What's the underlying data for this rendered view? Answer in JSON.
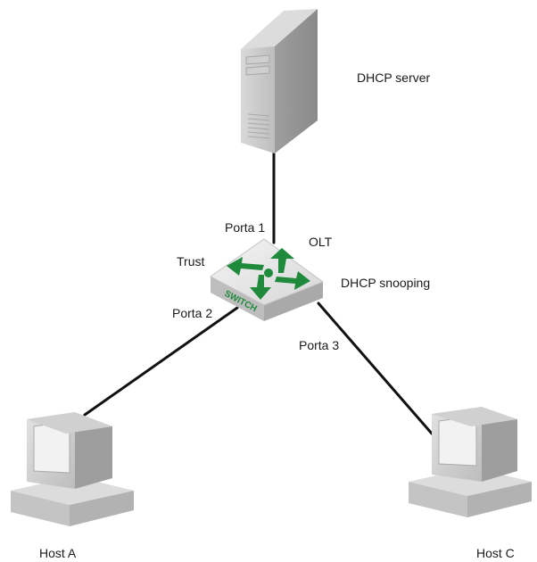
{
  "nodes": {
    "server": {
      "label": "DHCP server",
      "icon": "server-tower-icon"
    },
    "switch": {
      "label": "OLT",
      "badge": "SWITCH",
      "icon": "switch-icon"
    },
    "host_a": {
      "label": "Host A",
      "icon": "desktop-computer-icon"
    },
    "host_c": {
      "label": "Host C",
      "icon": "desktop-computer-icon"
    }
  },
  "ports": {
    "port1": "Porta 1",
    "port2": "Porta 2",
    "port3": "Porta 3"
  },
  "annotations": {
    "trust": "Trust",
    "dhcp_snooping": "DHCP snooping"
  },
  "colors": {
    "switch_arrows": "#1f8a3c",
    "switch_badge_text": "#1f8a3c",
    "device_gray": "#c8c8c8",
    "link": "#111111"
  }
}
